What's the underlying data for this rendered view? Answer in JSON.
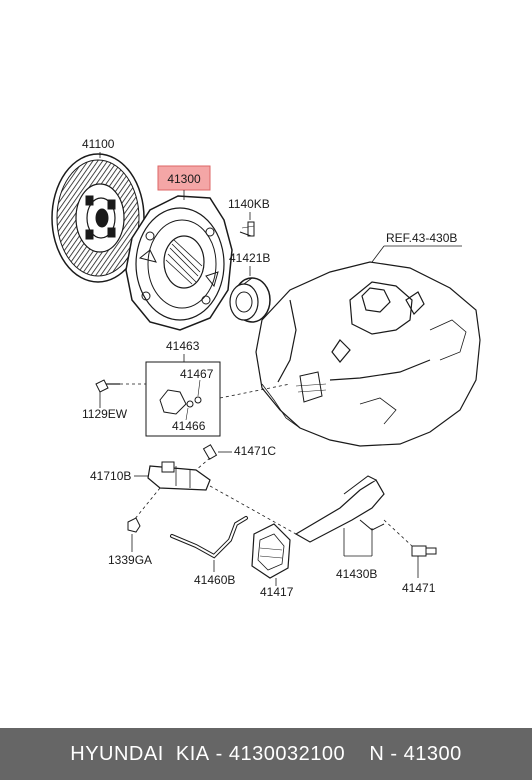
{
  "callouts": {
    "disc": "41100",
    "cover": "41300",
    "bolt_cover": "1140KB",
    "release_bearing": "41421B",
    "ref": "REF.43-430B",
    "bracket_set": "41463",
    "bracket_pin": "41467",
    "bracket_bolt": "1129EW",
    "bracket_nut": "41466",
    "bleeder": "41471C",
    "cylinder": "41710B",
    "nut_cyl": "1339GA",
    "hose": "41460B",
    "boot": "41417",
    "fork": "41430B",
    "fork_pin": "41471"
  },
  "footer": {
    "brand": "HYUNDAI  KIA",
    "sep1": " - ",
    "part_number": "4130032100",
    "sep2": "    N - ",
    "ref_number": "41300"
  },
  "colors": {
    "highlight": "#f4a6a6",
    "footer_bg": "#666666",
    "line": "#1a1a1a"
  }
}
